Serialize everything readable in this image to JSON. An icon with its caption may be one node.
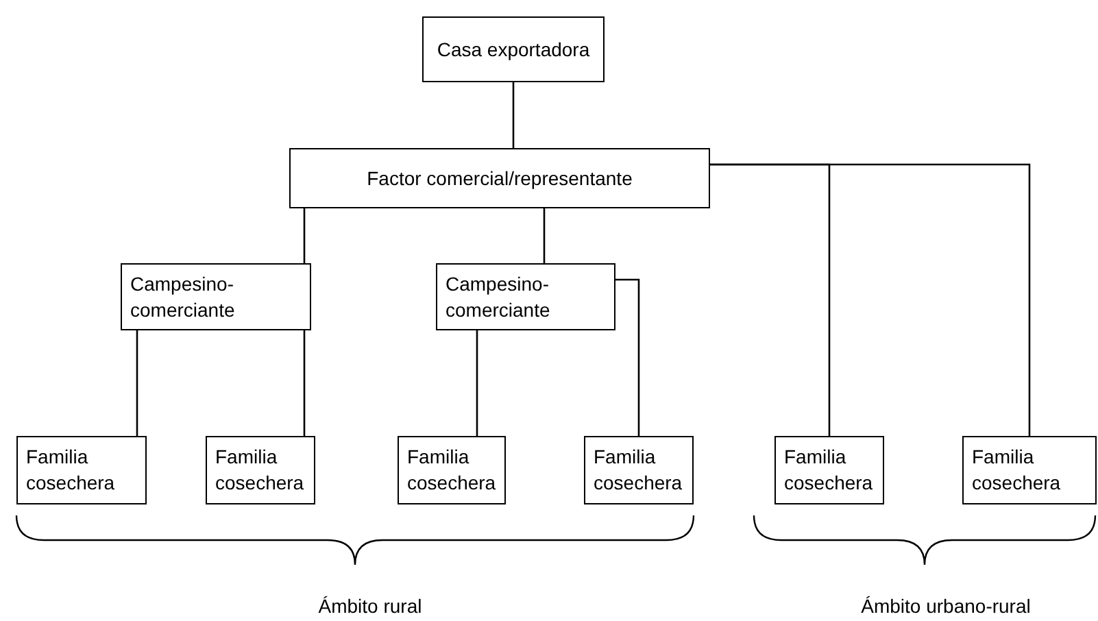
{
  "diagram": {
    "nodes": [
      {
        "text": [
          "Casa exportadora"
        ]
      },
      {
        "text": [
          "Factor comercial/representante"
        ]
      },
      {
        "text": [
          "Campesino-comerciante"
        ]
      },
      {
        "text": [
          "Campesino-comerciante"
        ]
      },
      {
        "text": [
          "Familia cosechera"
        ]
      },
      {
        "text": [
          "Familia cosechera"
        ]
      },
      {
        "text": [
          "Familia cosechera"
        ]
      },
      {
        "text": [
          "Familia cosechera"
        ]
      },
      {
        "text": [
          "Familia cosechera"
        ]
      },
      {
        "text": [
          "Familia cosechera"
        ]
      }
    ],
    "edges": [
      {
        "from": 0,
        "to": 1,
        "arrow": "none"
      },
      {
        "from": 1,
        "to": 2,
        "arrow": "none"
      },
      {
        "from": 1,
        "to": 3,
        "arrow": "none"
      },
      {
        "from": 1,
        "to": 8,
        "arrow": "none"
      },
      {
        "from": 1,
        "to": 9,
        "arrow": "none"
      },
      {
        "from": 2,
        "to": 4,
        "arrow": "none"
      },
      {
        "from": 2,
        "to": 5,
        "arrow": "none"
      },
      {
        "from": 3,
        "to": 6,
        "arrow": "none"
      },
      {
        "from": 3,
        "to": 7,
        "arrow": "none"
      }
    ],
    "labels": [
      "Ámbito rural",
      "Ámbito urbano-rural"
    ]
  }
}
